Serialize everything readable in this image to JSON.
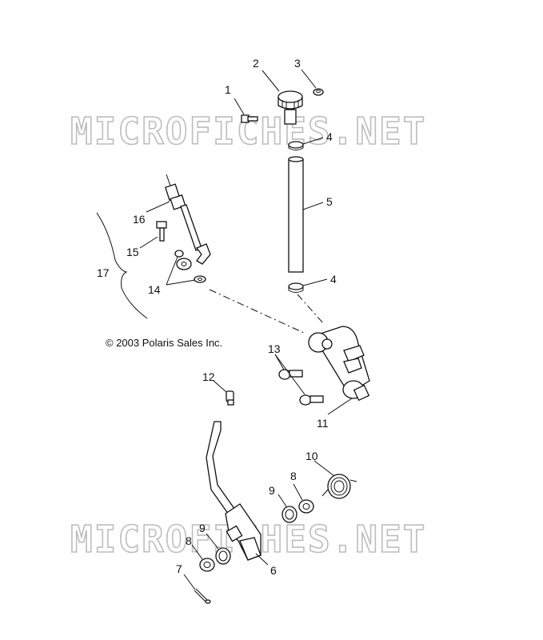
{
  "watermarks": [
    "MICROFICHES.NET",
    "MICROFICHES.NET"
  ],
  "copyright": "© 2003 Polaris Sales Inc.",
  "callouts": [
    "1",
    "2",
    "3",
    "4",
    "5",
    "4",
    "16",
    "15",
    "17",
    "14",
    "13",
    "12",
    "11",
    "10",
    "9",
    "8",
    "9",
    "8",
    "7",
    "6"
  ]
}
